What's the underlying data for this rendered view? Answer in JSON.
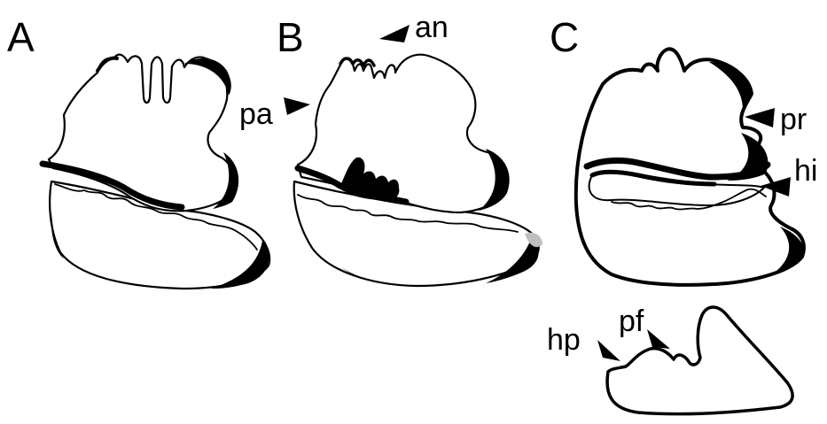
{
  "panels": {
    "a": {
      "letter": "A"
    },
    "b": {
      "letter": "B",
      "labels": {
        "an": "an",
        "pa": "pa"
      }
    },
    "c": {
      "letter": "C",
      "labels": {
        "pr": "pr",
        "hi": "hi",
        "hp": "hp",
        "pf": "pf"
      }
    }
  },
  "colors": {
    "stroke": "#000000",
    "background": "#ffffff",
    "highlight": "#bfbfbf"
  }
}
